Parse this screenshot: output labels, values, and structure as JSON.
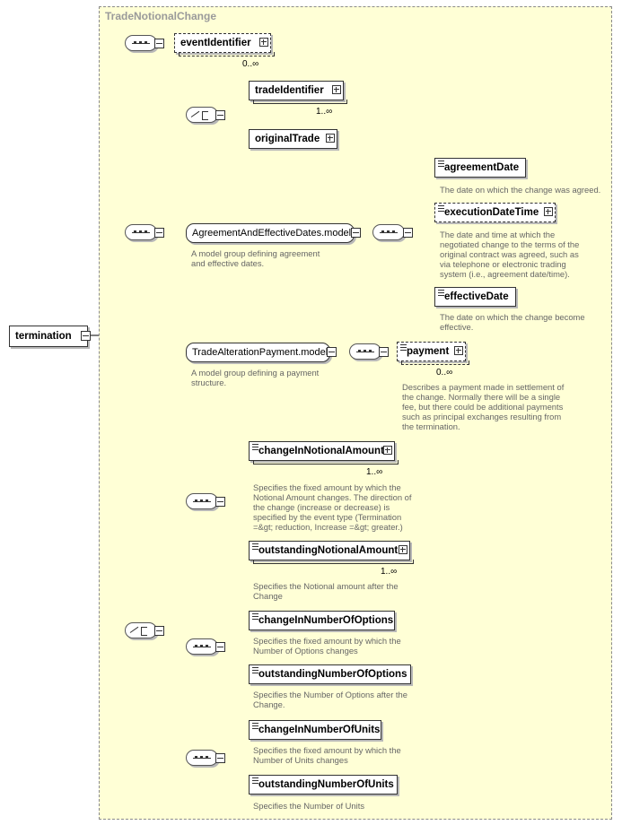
{
  "group": {
    "title": "TradeNotionalChange"
  },
  "root": {
    "label": "termination"
  },
  "elements": {
    "event_identifier": {
      "label": "eventIdentifier",
      "cardinality": "0..∞"
    },
    "trade_identifier": {
      "label": "tradeIdentifier",
      "cardinality": "1..∞"
    },
    "original_trade": {
      "label": "originalTrade"
    },
    "agreement_group": {
      "label": "AgreementAndEffectiveDates.model",
      "doc": "A model group defining agreement and effective dates."
    },
    "agreement_date": {
      "label": "agreementDate",
      "doc": "The date on which the change was agreed."
    },
    "execution_date_time": {
      "label": "executionDateTime",
      "doc": "The date and time at which the negotiated change to the terms of the original contract was agreed, such as via telephone or electronic trading system (i.e., agreement date/time)."
    },
    "effective_date": {
      "label": "effectiveDate",
      "doc": "The date on which the change become effective."
    },
    "payment_group": {
      "label": "TradeAlterationPayment.model",
      "doc": "A model group defining a payment structure."
    },
    "payment": {
      "label": "payment",
      "cardinality": "0..∞",
      "doc": "Describes a payment made in settlement of the change. Normally there will be a single fee, but there could be additional payments such as principal exchanges resulting from the termination."
    },
    "change_in_notional": {
      "label": "changeInNotionalAmount",
      "cardinality": "1..∞",
      "doc": "Specifies the fixed amount by which the Notional Amount changes. The direction of the change (increase or decrease) is specified by the event type (Termination =&gt; reduction, Increase =&gt; greater.)"
    },
    "outstanding_notional": {
      "label": "outstandingNotionalAmount",
      "cardinality": "1..∞",
      "doc": "Specifies the Notional amount after the Change"
    },
    "change_in_options": {
      "label": "changeInNumberOfOptions",
      "doc": "Specifies the fixed amount by which the Number of Options changes"
    },
    "outstanding_options": {
      "label": "outstandingNumberOfOptions",
      "doc": "Specifies the Number of Options after the Change."
    },
    "change_in_units": {
      "label": "changeInNumberOfUnits",
      "doc": "Specifies the fixed amount by which the Number of Units changes"
    },
    "outstanding_units": {
      "label": "outstandingNumberOfUnits",
      "doc": "Specifies the Number of Units"
    }
  },
  "icons": {
    "sequence": "sequence-compositor-icon",
    "choice": "choice-compositor-icon",
    "expand": "expand-plus-icon",
    "collapse": "collapse-minus-icon",
    "documentation": "documentation-lines-icon"
  },
  "colors": {
    "group_background": "#ffffd6",
    "group_border": "#8a8a8a",
    "documentation_text": "#666666",
    "wire": "#000000"
  }
}
